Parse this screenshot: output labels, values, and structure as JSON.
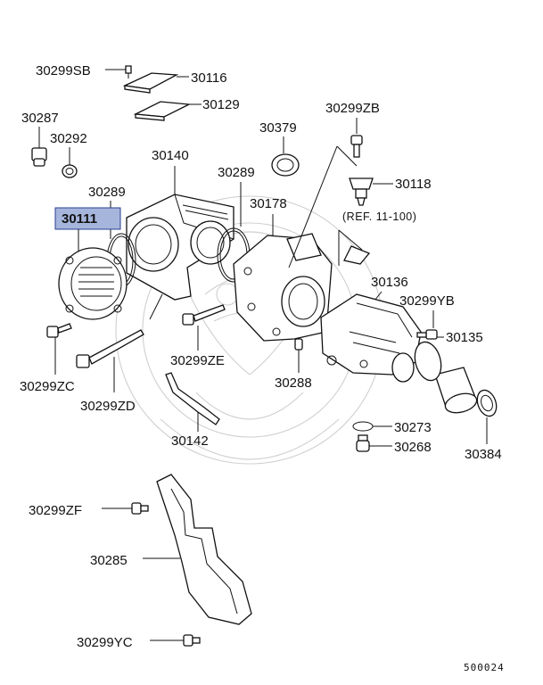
{
  "labels": {
    "p30299SB": "30299SB",
    "p30116": "30116",
    "p30129": "30129",
    "p30287": "30287",
    "p30292": "30292",
    "p30379": "30379",
    "p30299ZB": "30299ZB",
    "p30140": "30140",
    "p30289a": "30289",
    "p30289b": "30289",
    "p30118": "30118",
    "p30178": "30178",
    "p30111": "30111",
    "ref": "(REF. 11-100)",
    "p30136": "30136",
    "p30299YB": "30299YB",
    "p30135": "30135",
    "p30299ZE": "30299ZE",
    "p30288": "30288",
    "p30299ZC": "30299ZC",
    "p30299ZD": "30299ZD",
    "p30142": "30142",
    "p30273": "30273",
    "p30268": "30268",
    "p30384": "30384",
    "p30299ZF": "30299ZF",
    "p30285": "30285",
    "p30299YC": "30299YC",
    "diagram_code": "500024"
  },
  "highlight": {
    "part": "30111",
    "color": "#a6b5dc",
    "border": "#2a3f8f"
  },
  "colors": {
    "line": "#111111",
    "watermark": "#cfcfcf"
  }
}
